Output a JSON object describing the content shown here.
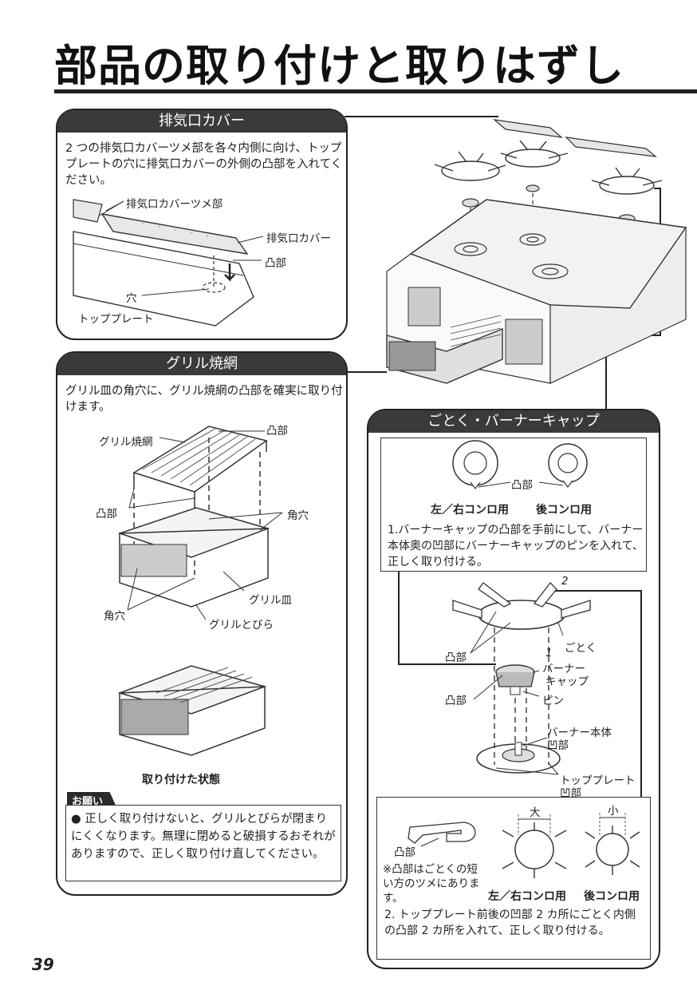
{
  "page": {
    "title": "部品の取り付けと取りはずし",
    "page_number": "39"
  },
  "exhaust": {
    "header": "排気口カバー",
    "text": "2 つの排気口カバーツメ部を各々内側に向け、トッププレートの穴に排気口カバーの外側の凸部を入れてください。",
    "labels": {
      "tab": "排気口カバーツメ部",
      "cover": "排気口カバー",
      "convex": "凸部",
      "hole": "穴",
      "top_plate": "トッププレート"
    }
  },
  "grill": {
    "header": "グリル焼網",
    "text": "グリル皿の角穴に、グリル焼網の凸部を確実に取り付けます。",
    "labels": {
      "net": "グリル焼網",
      "convex_top": "凸部",
      "convex_left": "凸部",
      "square_hole_right": "角穴",
      "square_hole_left": "角穴",
      "tray": "グリル皿",
      "door": "グリルとびら"
    },
    "caption": "取り付けた状態",
    "notice_tag": "お願い",
    "notice_text": "正しく取り付けないと、グリルとびらが閉まりにくくなります。無理に閉めると破損するおそれがありますので、正しく取り付け直してください。"
  },
  "burner": {
    "header": "ごとく・バーナーキャップ",
    "cap_label_convex": "凸部",
    "cap_left_right": "左／右コンロ用",
    "cap_back": "後コンロ用",
    "step1": "1.バーナーキャップの凸部を手前にして、バーナー本体奥の凹部にバーナーキャップのピンを入れて、正しく取り付ける。",
    "diagram_labels": {
      "num2": "2",
      "num1": "1",
      "gotoku": "ごとく",
      "convex1": "凸部",
      "burner_cap_l1": "バーナー",
      "burner_cap_l2": "キャップ",
      "convex2": "凸部",
      "pin": "ピン",
      "burner_body_l1": "バーナー本体",
      "burner_body_l2": "凹部",
      "top_plate_l1": "トッププレート",
      "top_plate_l2": "凹部"
    },
    "bottom_box": {
      "convex": "凸部",
      "note": "※凸部はごとくの短い方のツメにあります。",
      "large": "大",
      "small": "小",
      "left_right": "左／右コンロ用",
      "back": "後コンロ用"
    },
    "step2": "2. トッププレート前後の凹部 2 カ所にごとく内側の凸部 2 カ所を入れて、正しく取り付ける。"
  }
}
